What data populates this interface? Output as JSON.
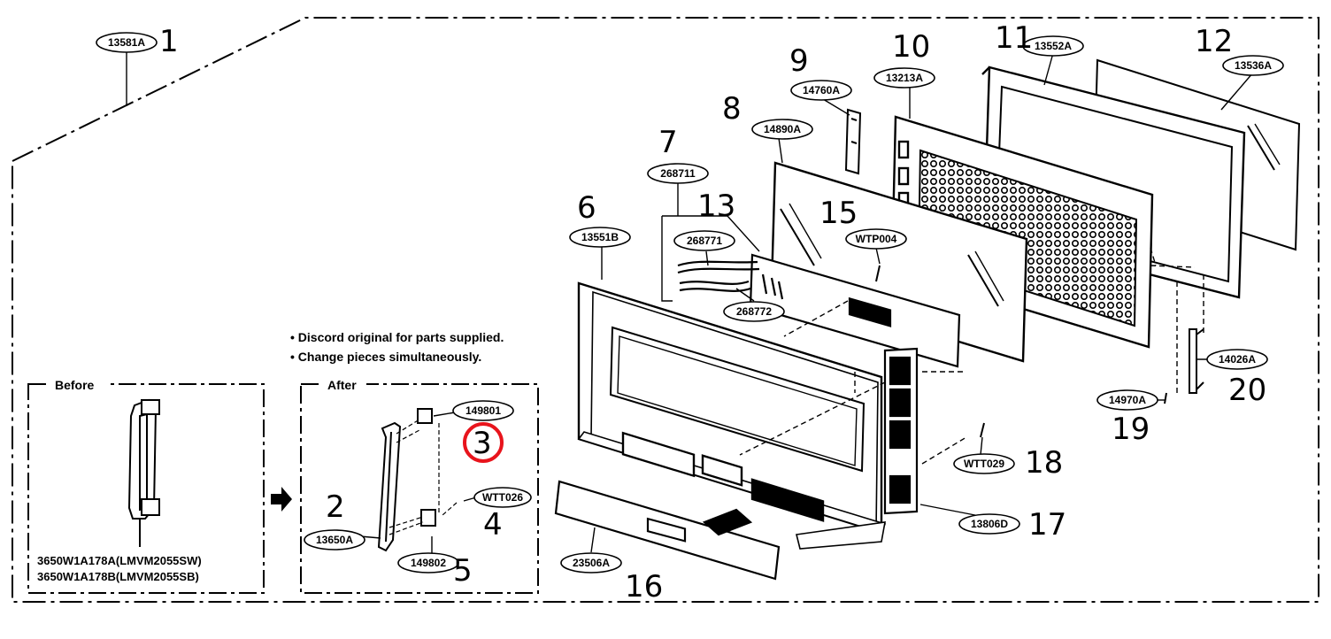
{
  "notes": {
    "line1": "• Discord original for parts supplied.",
    "line2": "• Change pieces simultaneously."
  },
  "before_box": {
    "title": "Before",
    "model1": "3650W1A178A(LMVM2055SW)",
    "model2": "3650W1A178B(LMVM2055SB)"
  },
  "after_box": {
    "title": "After"
  },
  "highlight_color": "#e8141c",
  "callouts": {
    "p13581A": "13581A",
    "p13552A": "13552A",
    "p13536A": "13536A",
    "p13213A": "13213A",
    "p14760A": "14760A",
    "p14890A": "14890A",
    "p268711": "268711",
    "p13551B": "13551B",
    "p268771": "268771",
    "p268772": "268772",
    "pWTP004": "WTP004",
    "p14026A": "14026A",
    "p14970A": "14970A",
    "pWTT029": "WTT029",
    "p13806D": "13806D",
    "p23506A": "23506A",
    "p149801": "149801",
    "pWTT026": "WTT026",
    "p13650A": "13650A",
    "p149802": "149802"
  },
  "numbers": {
    "n1": "1",
    "n2": "2",
    "n3": "3",
    "n4": "4",
    "n5": "5",
    "n6": "6",
    "n7": "7",
    "n8": "8",
    "n9": "9",
    "n10": "10",
    "n11": "11",
    "n12": "12",
    "n13": "13",
    "n15": "15",
    "n16": "16",
    "n17": "17",
    "n18": "18",
    "n19": "19",
    "n20": "20"
  }
}
